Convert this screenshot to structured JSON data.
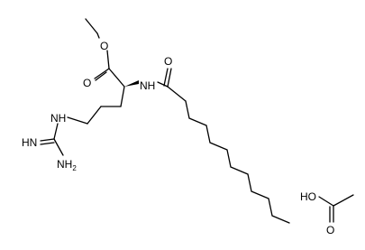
{
  "atoms": {
    "ester_o": "O",
    "carbonyl_o": "O",
    "amide_o": "O",
    "amide_nh": "NH",
    "guan_nh": "NH",
    "guan_hn": "HN",
    "guan_nh2_main": "NH",
    "guan_nh2_sub": "2",
    "acid_ho": "HO",
    "acid_o": "O"
  }
}
